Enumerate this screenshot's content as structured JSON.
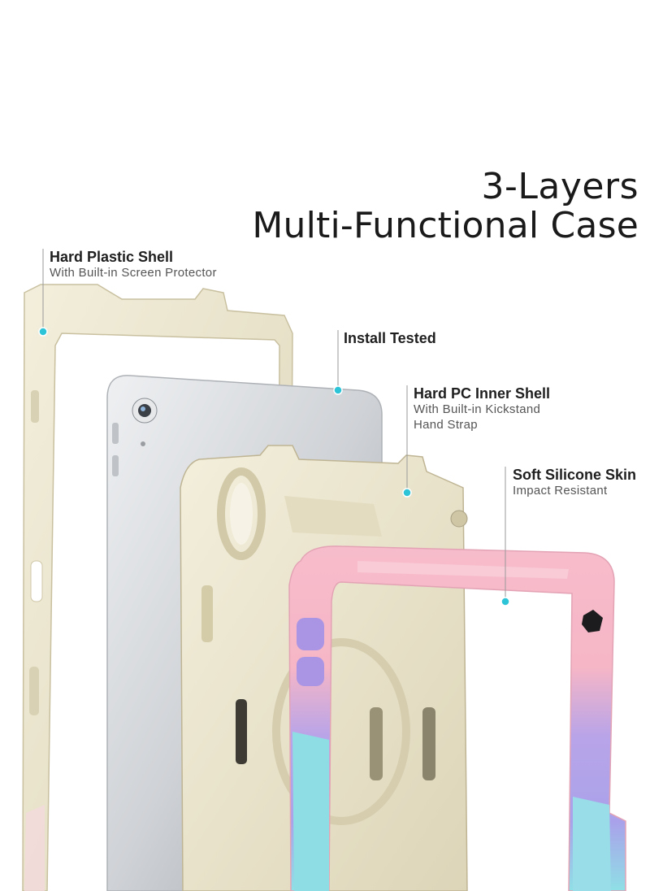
{
  "title": {
    "line1": "3-Layers",
    "line2": "Multi-Functional Case"
  },
  "callouts": [
    {
      "head": "Hard Plastic Shell",
      "sub": "With Built-in Screen Protector"
    },
    {
      "head": "Install Tested",
      "sub": ""
    },
    {
      "head": "Hard PC Inner Shell",
      "sub": "With Built-in Kickstand",
      "sub2": "Hand Strap"
    },
    {
      "head": "Soft Silicone Skin",
      "sub": "Impact Resistant"
    }
  ],
  "colors": {
    "accent_dot": "#2ec4d8",
    "shell_cream": "#ece6cf",
    "skin_pink": "#f6b8c8",
    "skin_purple": "#b7a3e6",
    "skin_teal": "#8fdfe6",
    "tablet_silver": "#d7d9dc"
  }
}
